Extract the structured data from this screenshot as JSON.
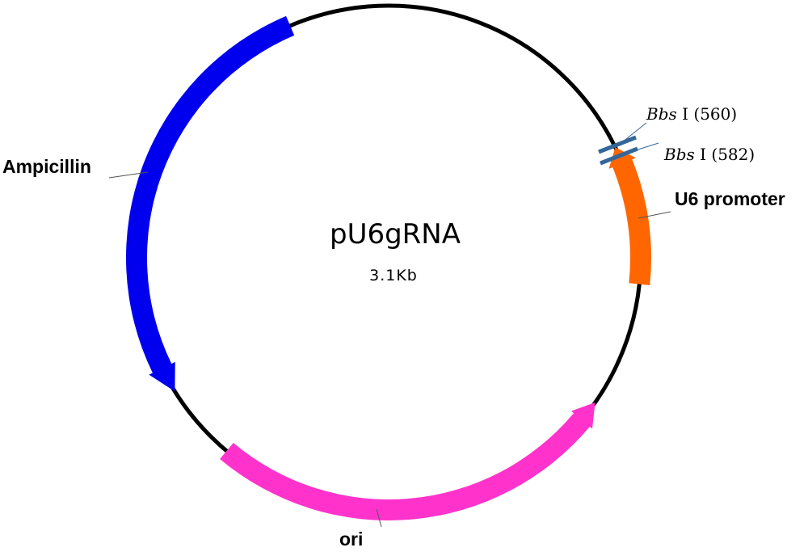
{
  "plasmid": {
    "name": "pU6gRNA",
    "size": "3.1Kb",
    "backbone_color": "#000000"
  },
  "features": [
    {
      "id": "ampicillin",
      "label": "Ampicillin",
      "color": "#0000ee",
      "direction": "ccw"
    },
    {
      "id": "ori",
      "label": "ori",
      "color": "#ff33cc",
      "direction": "cw"
    },
    {
      "id": "u6-promoter",
      "label": "U6 promoter",
      "color": "#ff6600",
      "direction": "ccw"
    }
  ],
  "sites": [
    {
      "id": "bbsi-560",
      "enzyme_italic": "Bbs",
      "enzyme_roman": " I",
      "position": "(560)",
      "color": "#336699"
    },
    {
      "id": "bbsi-582",
      "enzyme_italic": "Bbs",
      "enzyme_roman": " I",
      "position": "(582)",
      "color": "#336699"
    }
  ]
}
